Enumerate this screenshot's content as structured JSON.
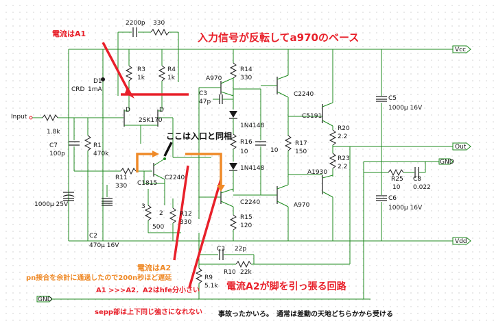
{
  "components": {
    "c_fb": "2200p",
    "r_fb": "330",
    "r3": "R3",
    "r3v": "1k",
    "r4": "R4",
    "r4v": "1k",
    "r14": "R14",
    "r14v": "330",
    "d1": "D1",
    "crd": "CRD",
    "crdv": "1mA",
    "a970top": "A970",
    "c3": "C3",
    "c3v": "47p",
    "c2240a": "C2240",
    "c5191": "C5191",
    "input": "Input",
    "r18k": "1.8k",
    "c7": "C7",
    "c7v": "100p",
    "r1": "R1",
    "r1v": "470k",
    "q2sk": "2SK170",
    "d1n1": "1N4148",
    "r16": "R16",
    "r16v": "10",
    "d1n2": "1N4148",
    "c10": "10",
    "r17": "R17",
    "r17v": "150",
    "r20": "R20",
    "r20v": "2.2",
    "r23": "R23",
    "r23v": "2.2",
    "a1930": "A1930",
    "r11": "R11",
    "r11v": "330",
    "c2240b": "C2240",
    "c1815": "C1815",
    "r12": "R12",
    "r12v": "330",
    "vr2": "2",
    "vr3": "3",
    "vr500": "500",
    "c2240c": "C2240",
    "a970b": "A970",
    "r15": "R15",
    "r15v": "120",
    "c5": "C5",
    "c5v": "1000µ 16V",
    "c6": "C6",
    "c6v": "1000µ 16V",
    "r25": "R25",
    "r25v": "10",
    "c8": "C8",
    "c8v": "0.022",
    "c1000": "1000µ 25V",
    "c2": "C2",
    "c2v": "470µ 16V",
    "c3b": "C3",
    "c3bv": "22p",
    "r10": "R10",
    "r10v": "22k",
    "r9": "R9",
    "r9v": "5.1k",
    "vcc": "Vcc",
    "vdd": "Vdd",
    "out": "Out",
    "gnd_r": "GND",
    "gnd_l": "GND",
    "pin_d1": "D",
    "pin_d2": "D"
  },
  "annotations": {
    "a1": "電流はA1",
    "title": "入力信号が反転してa970のベース",
    "same": "ここは入口と同相",
    "a2": "電流はA2",
    "pn": "pn接合を余計に通過したので200n秒ほど遅延",
    "ratio": "A1 >>>A2．A2はhfe分小さい",
    "pull": "電流A2が脚を引っ張る回路",
    "sepp": "sepp部は上下同じ強さになれない",
    "bottom": "事故ったかいろ。　通常は差動の天地どちらかから受ける"
  },
  "colors": {
    "wire": "#1e8a1e",
    "red": "#e8202a",
    "orange": "#ef8a28"
  }
}
